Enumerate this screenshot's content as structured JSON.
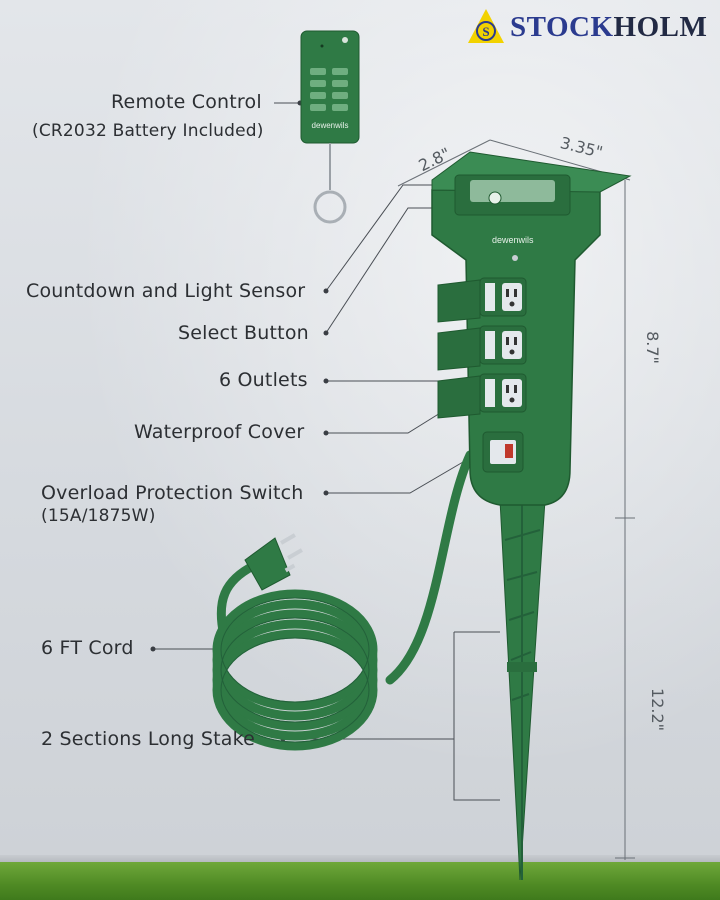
{
  "brand": {
    "name_part1": "STOCK",
    "name_part2": "HOLM",
    "logo_letter": "S"
  },
  "labels": {
    "remote": "Remote Control",
    "remote_sub": "(CR2032 Battery Included)",
    "countdown": "Countdown and Light Sensor",
    "select": "Select Button",
    "outlets": "6 Outlets",
    "cover": "Waterproof Cover",
    "overload": "Overload Protection Switch",
    "overload_sub": "(15A/1875W)",
    "cord": "6 FT Cord",
    "stake": "2 Sections Long Stake"
  },
  "dimensions": {
    "depth": "2.8\"",
    "width": "3.35\"",
    "height": "8.7\"",
    "stake": "12.2\""
  },
  "product_brand_mark": "dewenwils",
  "colors": {
    "product_green": "#2f7a45",
    "brand_blue": "#2b3b8f",
    "logo_yellow": "#f2d200"
  }
}
